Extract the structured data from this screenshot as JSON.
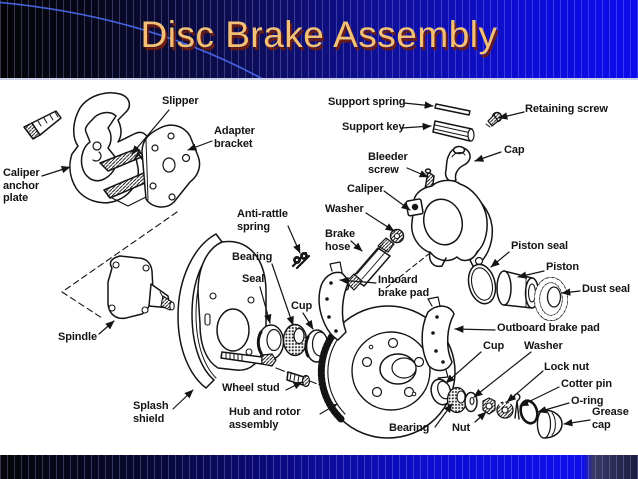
{
  "slide": {
    "title": "Disc Brake Assembly",
    "colors": {
      "title_gold": "#f2c175",
      "title_shadow": "#6e1d0e",
      "header_blue": "#0b0bee",
      "ink": "#141414"
    }
  },
  "diagram": {
    "labels": {
      "slipper": "Slipper",
      "adapter_bracket": "Adapter\nbracket",
      "caliper_anchor_plate": "Caliper\nanchor\nplate",
      "support_spring": "Support spring",
      "retaining_screw": "Retaining screw",
      "support_key": "Support key",
      "bleeder_screw": "Bleeder\nscrew",
      "cap": "Cap",
      "caliper": "Caliper",
      "washer_caliper": "Washer",
      "anti_rattle_spring": "Anti-rattle\nspring",
      "brake_hose": "Brake\nhose",
      "piston_seal": "Piston seal",
      "piston": "Piston",
      "dust_seal": "Dust seal",
      "bearing_spindle": "Bearing",
      "seal": "Seal",
      "cup_spindle": "Cup",
      "inboard_brake_pad": "Inboard\nbrake pad",
      "outboard_brake_pad": "Outboard brake pad",
      "spindle": "Spindle",
      "cup_hub": "Cup",
      "washer_hub": "Washer",
      "lock_nut": "Lock nut",
      "wheel_stud": "Wheel stud",
      "cotter_pin": "Cotter pin",
      "o_ring": "O-ring",
      "splash_shield": "Splash\nshield",
      "hub_and_rotor": "Hub and rotor\nassembly",
      "grease_cap": "Grease\ncap",
      "bearing_hub": "Bearing",
      "nut": "Nut"
    }
  }
}
